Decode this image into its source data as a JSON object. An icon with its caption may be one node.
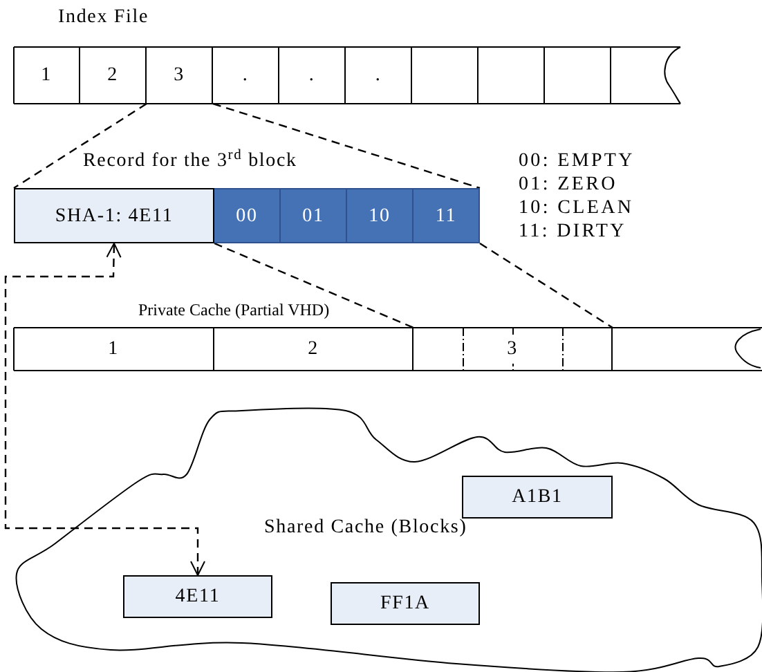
{
  "diagram": {
    "nodes": [
      {
        "text": [
          "Index File"
        ]
      },
      {
        "text": [
          "1"
        ],
        "in": 0
      },
      {
        "text": [
          "2"
        ],
        "in": 0
      },
      {
        "text": [
          "3"
        ],
        "in": 0
      },
      {
        "text": [
          "."
        ],
        "in": 0
      },
      {
        "text": [
          "."
        ],
        "in": 0
      },
      {
        "text": [
          "."
        ],
        "in": 0
      },
      {
        "text": [],
        "shape": "box",
        "in": 0
      },
      {
        "text": [],
        "shape": "box",
        "in": 0
      },
      {
        "text": [],
        "shape": "box",
        "in": 0
      },
      {
        "text": [],
        "shape": "box",
        "in": 0
      },
      {
        "text": [
          "Record for the 3$^{rd}$ block"
        ]
      },
      {
        "text": [
          "SHA-1: 4E11"
        ],
        "in": 11
      },
      {
        "text": [
          "00"
        ],
        "in": 11
      },
      {
        "text": [
          "01"
        ],
        "in": 11
      },
      {
        "text": [
          "10"
        ],
        "in": 11
      },
      {
        "text": [
          "11"
        ],
        "in": 11
      },
      {
        "text": [
          "Private Cache (Partial VHD)"
        ]
      },
      {
        "text": [
          "1"
        ],
        "in": 17
      },
      {
        "text": [
          "2"
        ],
        "in": 17
      },
      {
        "text": [
          "3"
        ],
        "in": 17
      },
      {
        "text": [],
        "shape": "box",
        "in": 17
      },
      {
        "text": [
          "Shared Cache (Blocks)"
        ]
      },
      {
        "text": [
          "A1B1"
        ],
        "in": 22
      },
      {
        "text": [
          "4E11"
        ],
        "in": 22
      },
      {
        "text": [
          "FF1A"
        ],
        "in": 22
      }
    ],
    "edges": [
      {
        "from": 3,
        "to": 11,
        "arrow": "none",
        "style": "dashed"
      },
      {
        "from": 3,
        "to": 11,
        "arrow": "none",
        "style": "dashed"
      },
      {
        "from": 13,
        "to": 20,
        "arrow": "none",
        "style": "dashed"
      },
      {
        "from": 16,
        "to": 20,
        "arrow": "none",
        "style": "dashed"
      },
      {
        "from": 24,
        "to": 12,
        "arrow": "both",
        "style": "dashed"
      }
    ],
    "labels": [
      "00: EMPTY",
      "01: ZERO",
      "10: CLEAN",
      "11: DIRTY"
    ]
  }
}
